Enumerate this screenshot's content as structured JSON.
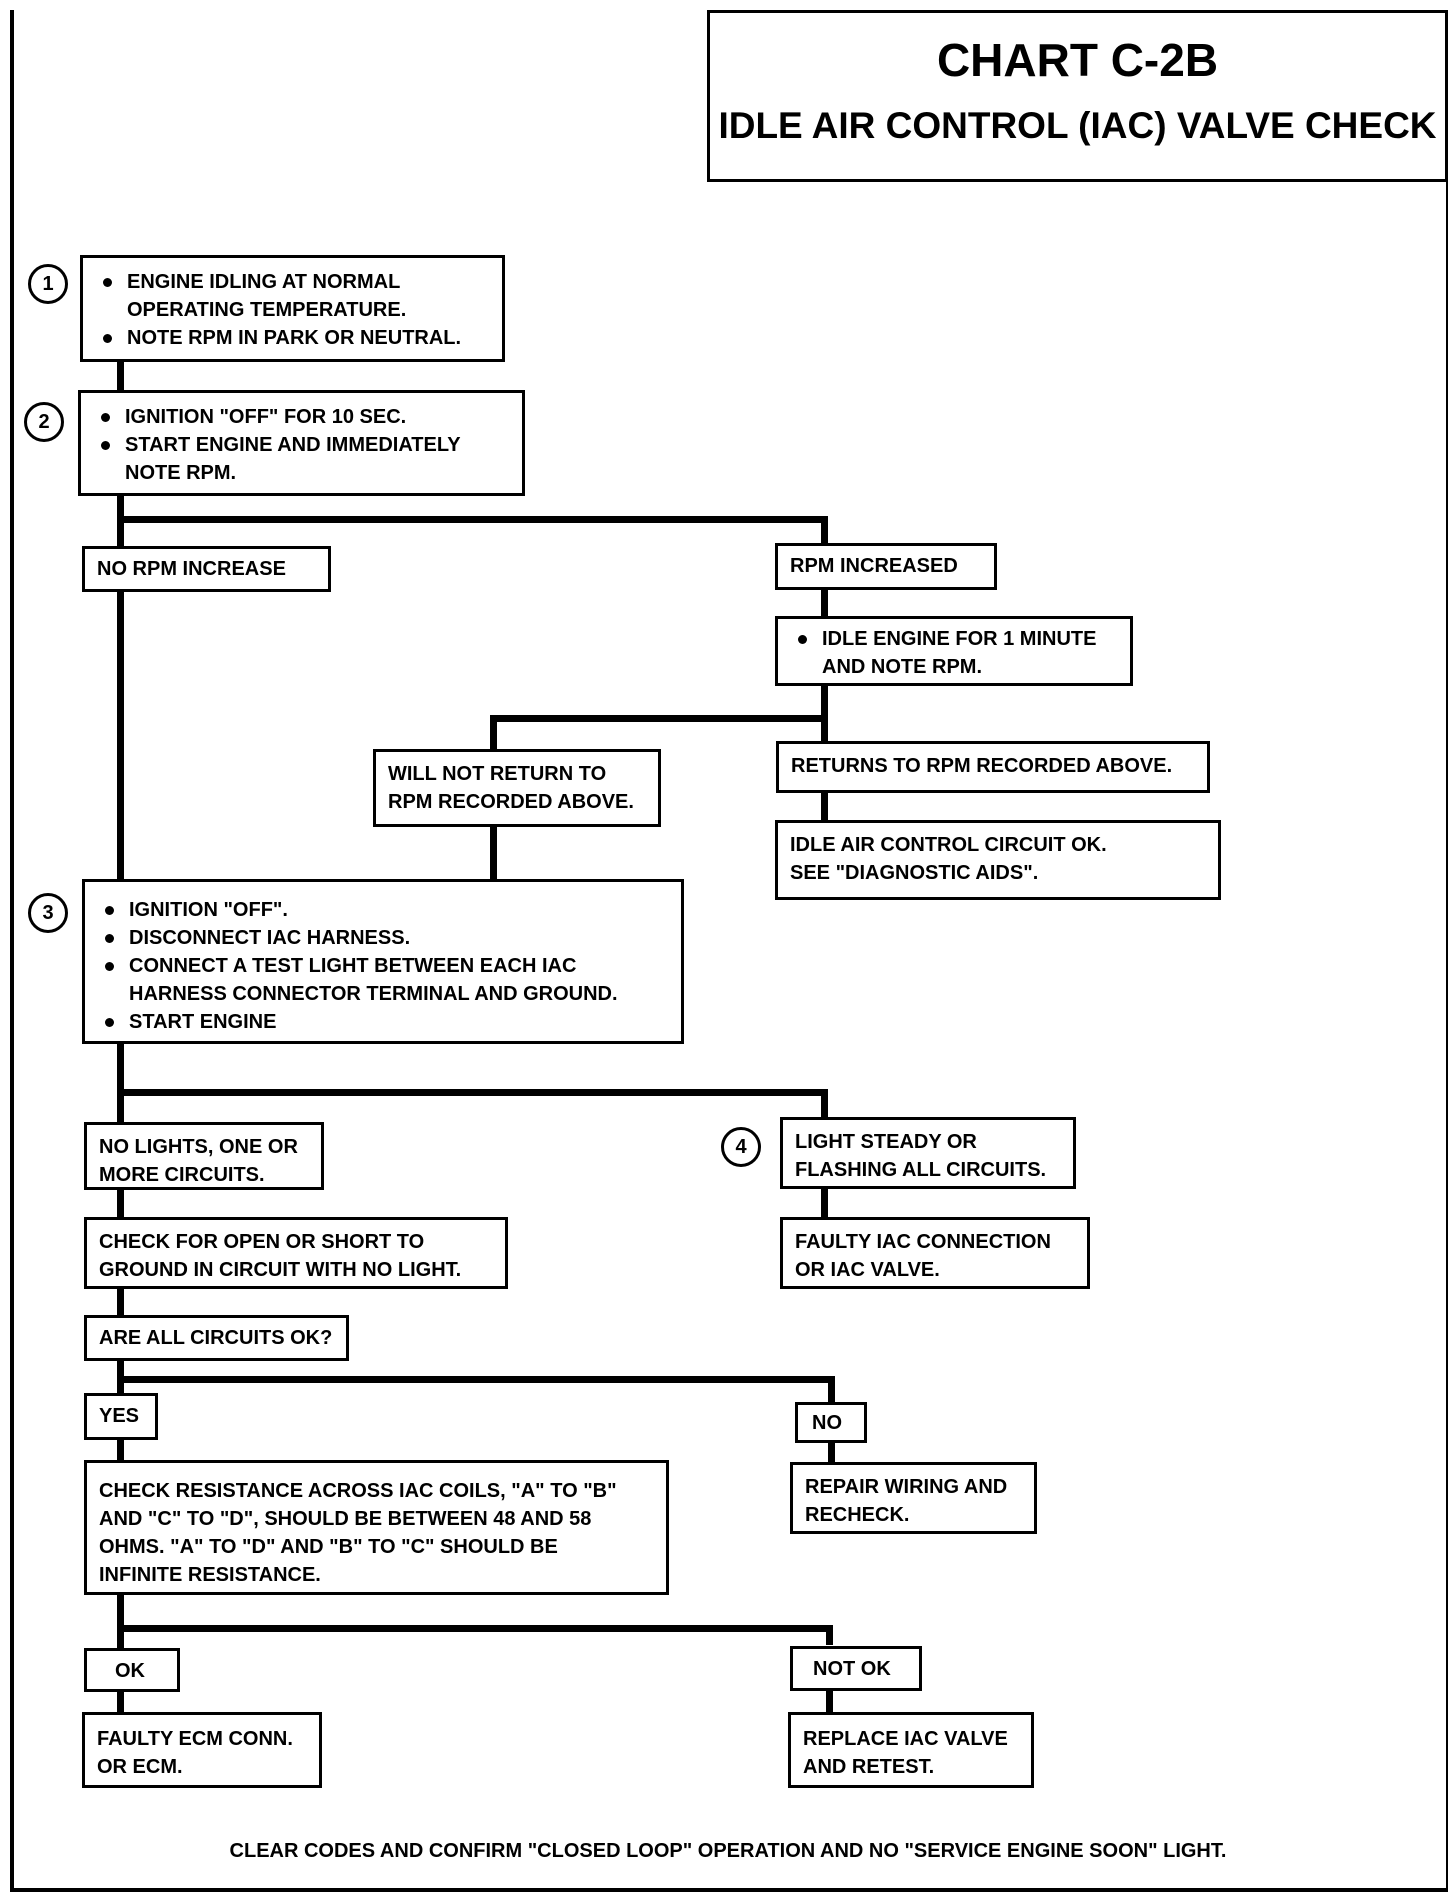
{
  "title": {
    "chart": "CHART C-2B",
    "subtitle": "IDLE AIR CONTROL (IAC) VALVE CHECK"
  },
  "steps": {
    "s1": "1",
    "s2": "2",
    "s3": "3",
    "s4": "4"
  },
  "nodes": {
    "step1": [
      "ENGINE IDLING AT NORMAL",
      "OPERATING TEMPERATURE.",
      "NOTE RPM IN PARK OR NEUTRAL."
    ],
    "step2": [
      "IGNITION \"OFF\" FOR 10 SEC.",
      "START ENGINE AND IMMEDIATELY",
      "NOTE RPM."
    ],
    "no_rpm_increase": "NO RPM INCREASE",
    "rpm_increased": "RPM INCREASED",
    "idle_engine": [
      "IDLE ENGINE FOR 1 MINUTE",
      "AND NOTE RPM."
    ],
    "will_not_return": [
      "WILL NOT RETURN TO",
      "RPM RECORDED ABOVE."
    ],
    "returns_to_rpm": "RETURNS TO RPM RECORDED ABOVE.",
    "iac_circuit_ok": [
      "IDLE AIR CONTROL CIRCUIT OK.",
      "SEE \"DIAGNOSTIC AIDS\"."
    ],
    "step3": [
      "IGNITION \"OFF\".",
      "DISCONNECT IAC HARNESS.",
      "CONNECT A TEST LIGHT BETWEEN EACH IAC",
      "HARNESS CONNECTOR TERMINAL AND GROUND.",
      "START ENGINE"
    ],
    "no_lights": [
      "NO LIGHTS, ONE OR",
      "MORE CIRCUITS."
    ],
    "light_steady": [
      "LIGHT STEADY OR",
      "FLASHING ALL CIRCUITS."
    ],
    "check_open_short": [
      "CHECK FOR OPEN OR SHORT TO",
      "GROUND IN CIRCUIT WITH NO LIGHT."
    ],
    "faulty_iac": [
      "FAULTY IAC CONNECTION",
      "OR IAC VALVE."
    ],
    "all_circuits_ok": "ARE ALL CIRCUITS OK?",
    "yes": "YES",
    "no": "NO",
    "check_resistance": [
      "CHECK RESISTANCE ACROSS IAC COILS, \"A\" TO \"B\"",
      "AND \"C\" TO \"D\", SHOULD BE BETWEEN 48 AND 58",
      "OHMS. \"A\" TO \"D\" AND \"B\" TO \"C\" SHOULD BE",
      "INFINITE RESISTANCE."
    ],
    "repair_wiring": [
      "REPAIR WIRING AND",
      "RECHECK."
    ],
    "ok": "OK",
    "not_ok": "NOT OK",
    "faulty_ecm": [
      "FAULTY ECM CONN.",
      "OR ECM."
    ],
    "replace_iac": [
      "REPLACE IAC VALVE",
      "AND RETEST."
    ]
  },
  "footer": "CLEAR CODES AND CONFIRM \"CLOSED LOOP\" OPERATION AND NO \"SERVICE ENGINE SOON\" LIGHT."
}
